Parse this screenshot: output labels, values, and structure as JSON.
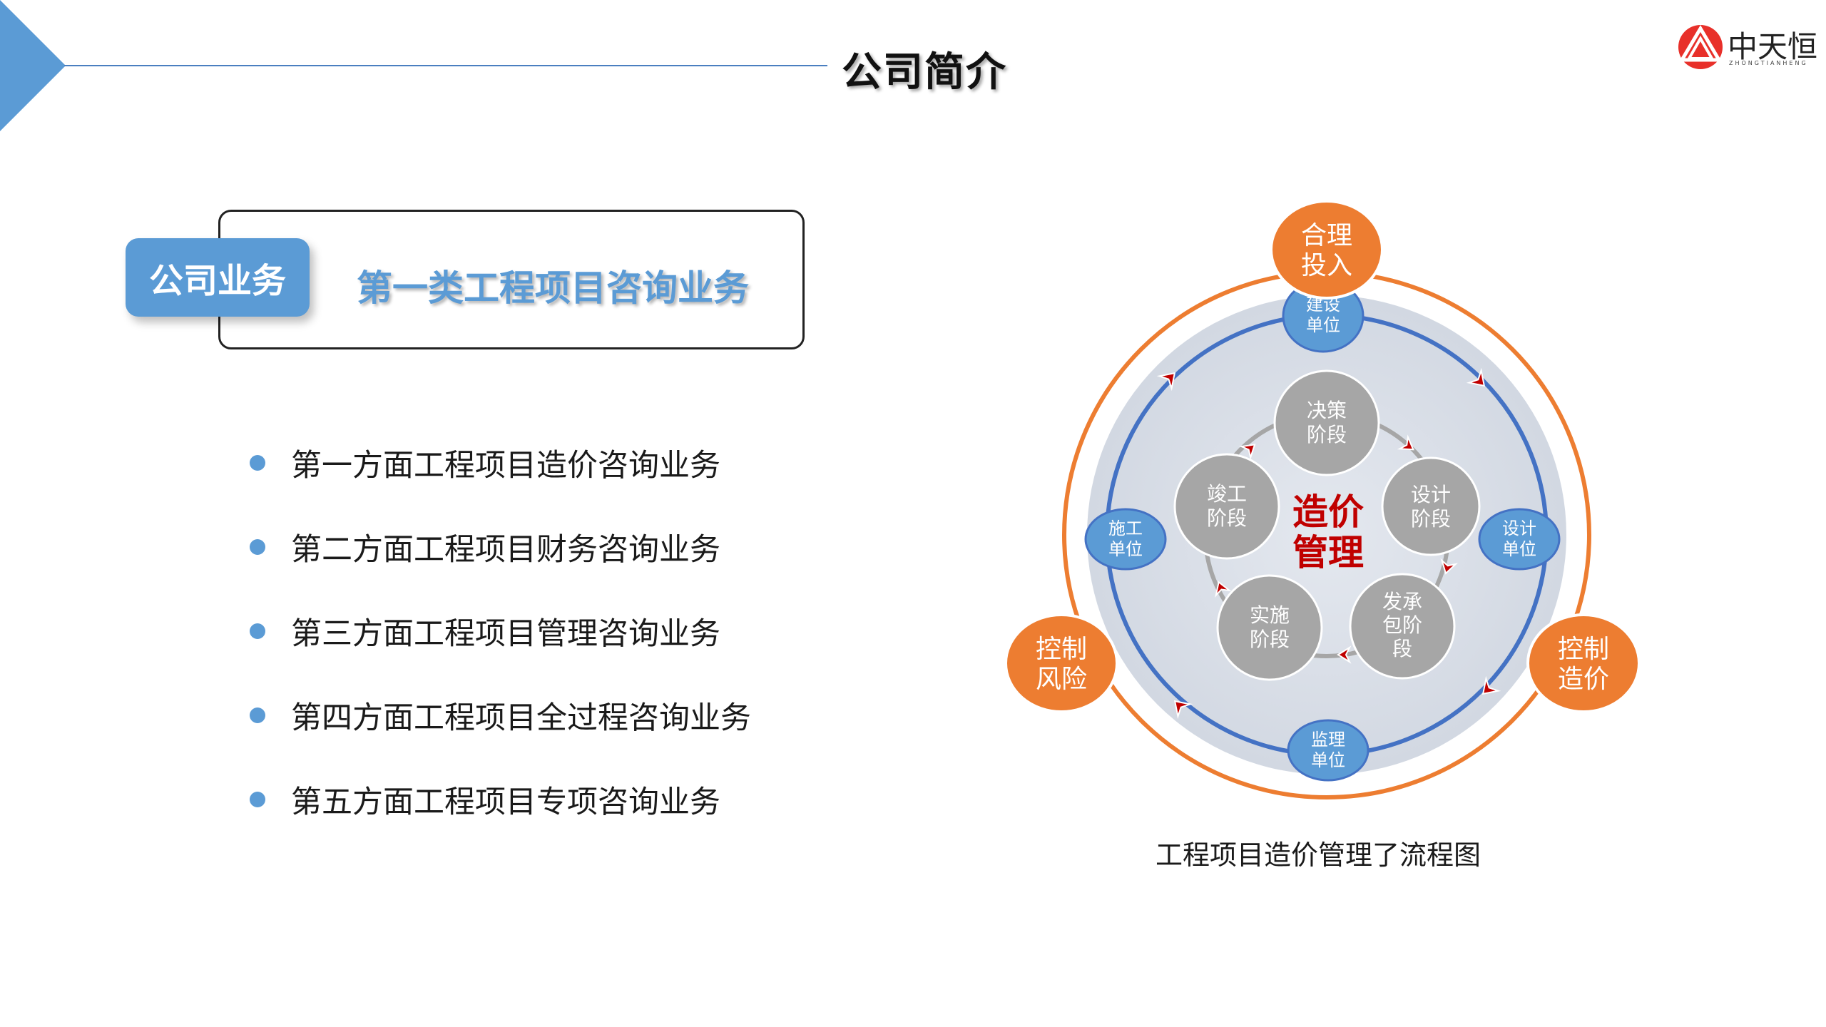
{
  "header": {
    "title": "公司简介",
    "logo_text": "中天恒",
    "logo_subtitle": "ZHONGTIANHENG"
  },
  "business": {
    "tag_label": "公司业务",
    "title": "第一类工程项目咨询业务"
  },
  "services": [
    "第一方面工程项目造价咨询业务",
    "第二方面工程项目财务咨询业务",
    "第三方面工程项目管理咨询业务",
    "第四方面工程项目全过程咨询业务",
    "第五方面工程项目专项咨询业务"
  ],
  "diagram": {
    "center": [
      "造价",
      "管理"
    ],
    "outer_goals": {
      "top": [
        "合理",
        "投入"
      ],
      "left": [
        "控制",
        "风险"
      ],
      "right": [
        "控制",
        "造价"
      ]
    },
    "units": {
      "top": [
        "建设",
        "单位"
      ],
      "left": [
        "施工",
        "单位"
      ],
      "right": [
        "设计",
        "单位"
      ],
      "bottom": [
        "监理",
        "单位"
      ]
    },
    "stages": {
      "decision": [
        "决策",
        "阶段"
      ],
      "design": [
        "设计",
        "阶段"
      ],
      "contracting": [
        "发承",
        "包阶",
        "段"
      ],
      "implementation": [
        "实施",
        "阶段"
      ],
      "completion": [
        "竣工",
        "阶段"
      ]
    },
    "caption": "工程项目造价管理了流程图",
    "colors": {
      "orange": "#ed7d31",
      "blue": "#4472c4",
      "light_blue": "#5b9bd5",
      "gray": "#a6a6a6",
      "inner_fill": "#d6dce5",
      "red": "#c00000"
    }
  }
}
